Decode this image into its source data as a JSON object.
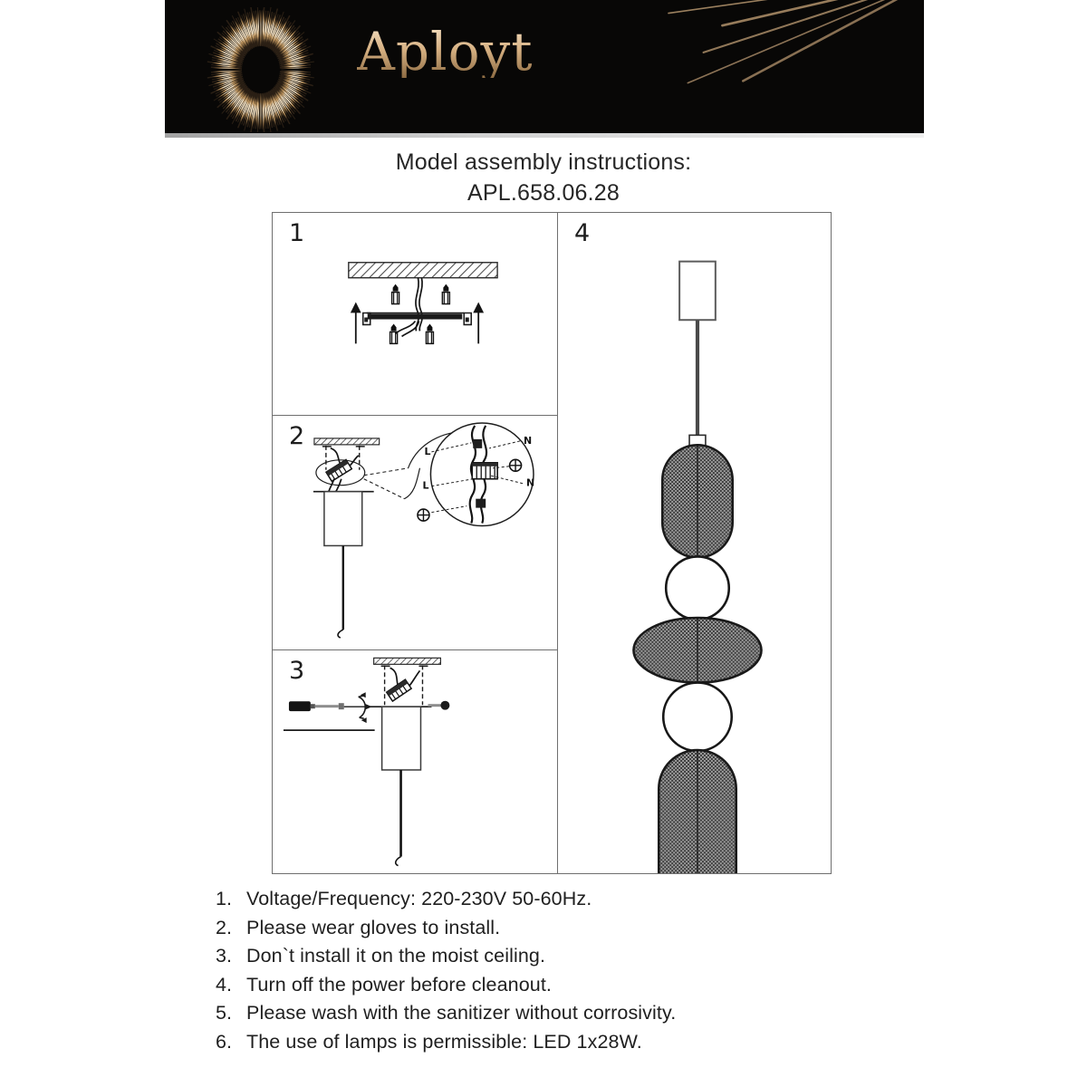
{
  "brand": {
    "name": "Aployt",
    "logo_icon": "sunburst-logo-icon",
    "rays_icon": "ray-fan-decoration-icon",
    "banner_bg": "#080706",
    "gold": "#d7b183"
  },
  "title": {
    "heading": "Model assembly instructions:",
    "model_code": "APL.658.06.28"
  },
  "steps": [
    {
      "number": "1",
      "name": "mount-bracket-to-ceiling"
    },
    {
      "number": "2",
      "name": "connect-wiring"
    },
    {
      "number": "3",
      "name": "tighten-canopy-screws"
    },
    {
      "number": "4",
      "name": "finished-pendant-lamp"
    }
  ],
  "wiring_labels": {
    "live_top": "L",
    "neutral_top": "N",
    "live_bottom": "L",
    "neutral_bottom": "N",
    "ground_symbol": "ground-symbol-icon"
  },
  "notes": [
    {
      "index": "1.",
      "text": "Voltage/Frequency: 220-230V 50-60Hz."
    },
    {
      "index": "2.",
      "text": "Please wear gloves to install."
    },
    {
      "index": "3.",
      "text": "Don`t install it on the moist ceiling."
    },
    {
      "index": "4.",
      "text": "Turn off the power before cleanout."
    },
    {
      "index": "5.",
      "text": "Please wash with the sanitizer without corrosivity."
    },
    {
      "index": "6.",
      "text": "The use of lamps is permissible: LED 1x28W."
    }
  ]
}
